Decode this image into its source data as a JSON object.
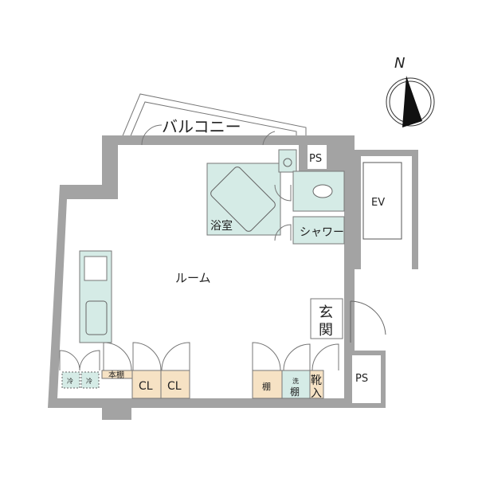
{
  "compass": {
    "label": "N"
  },
  "rooms": {
    "balcony": "バルコニー",
    "room": "ルーム",
    "bath": "浴室",
    "shower": "シャワー",
    "ps_top": "PS",
    "ps_bottom": "PS",
    "ev": "EV",
    "entrance_1": "玄",
    "entrance_2": "関"
  },
  "storage": {
    "fridge_1": "冷",
    "fridge_2": "冷",
    "bookshelf": "本棚",
    "closet_1": "CL",
    "closet_2": "CL",
    "shelf": "棚",
    "wash_1": "洗",
    "wash_2": "棚",
    "shoe_1": "靴",
    "shoe_2": "入"
  },
  "colors": {
    "wall": "#a3a3a3",
    "wet": "#d5ebe6",
    "storage": "#f6e2c4"
  }
}
